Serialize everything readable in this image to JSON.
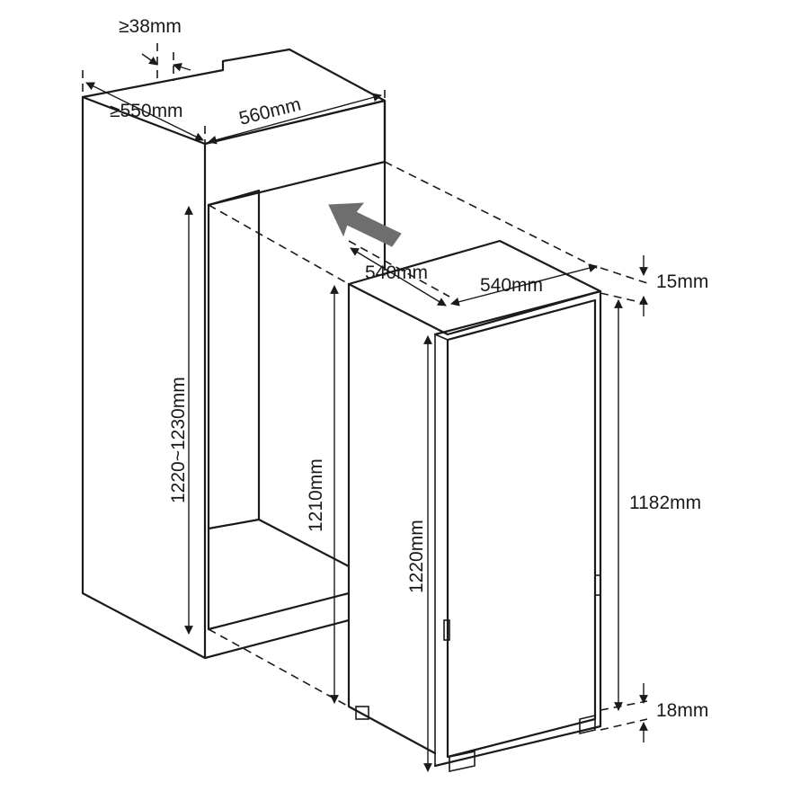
{
  "labels": {
    "cabinet_gap_depth": "≥38mm",
    "cabinet_depth": "≥550mm",
    "cabinet_width": "560mm",
    "cabinet_height": "1220~1230mm",
    "appliance_depth": "540mm",
    "appliance_width": "540mm",
    "appliance_body_height": "1210mm",
    "appliance_total_height": "1220mm",
    "door_height": "1182mm",
    "top_gap": "15mm",
    "bottom_gap": "18mm"
  },
  "colors": {
    "line": "#1a1a1a",
    "arrow": "#6e6e6e",
    "background": "#ffffff"
  },
  "icons": {
    "insert_direction": "arrow-icon"
  }
}
